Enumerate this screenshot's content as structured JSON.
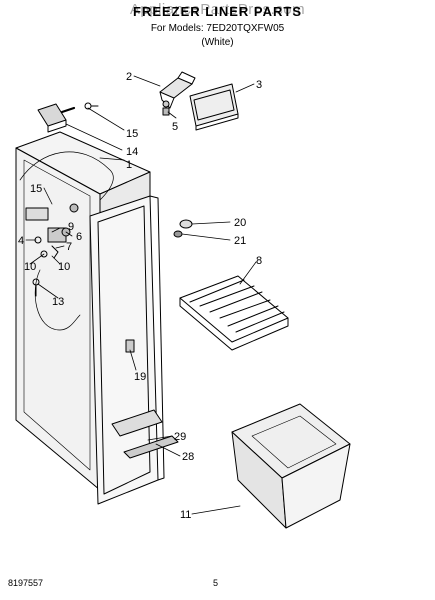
{
  "header": {
    "title": "FREEZER LINER PARTS",
    "watermark": "AppliancePartsPros.com",
    "models_line": "For Models: 7ED20TQXFW05",
    "color_line": "(White)"
  },
  "callouts": [
    "2",
    "3",
    "5",
    "15",
    "14",
    "1",
    "15",
    "9",
    "6",
    "4",
    "7",
    "10",
    "10",
    "13",
    "20",
    "21",
    "8",
    "19",
    "29",
    "28",
    "11"
  ],
  "footer": {
    "doc_number": "8197557",
    "page_number": "5"
  }
}
